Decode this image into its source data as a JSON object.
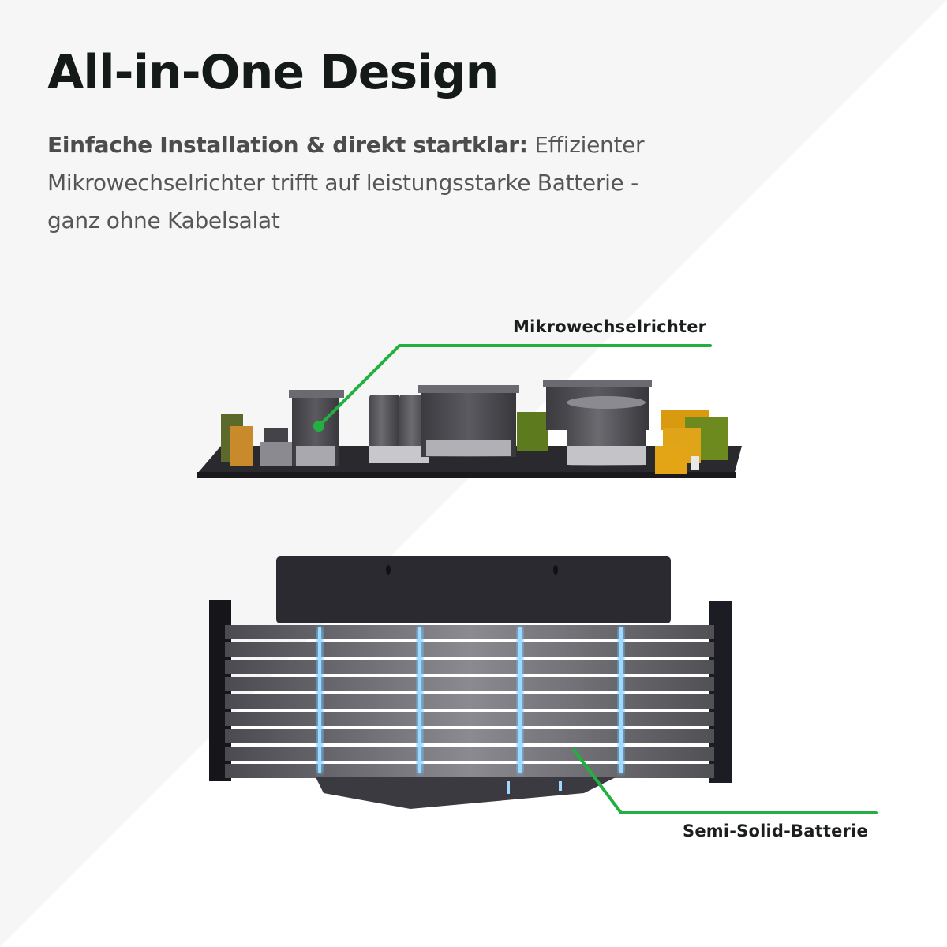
{
  "colors": {
    "background_light": "#f6f6f6",
    "background_white": "#ffffff",
    "accent_green": "#22b040",
    "headline": "#131a17",
    "body_text": "#565656",
    "glow_blue": "#6ec8ff"
  },
  "header": {
    "title": "All-in-One Design",
    "subtitle_bold": "Einfache Installation & direkt startklar:",
    "subtitle_rest": " Effizienter Mikrowechselrichter trifft auf leistungsstarke Batterie - ganz ohne Kabelsalat"
  },
  "callouts": [
    {
      "label": "Mikrowechselrichter",
      "target": "inverter-board"
    },
    {
      "label": "Semi-Solid-Batterie",
      "target": "battery-stack"
    }
  ],
  "images": {
    "inverter": "micro-inverter-circuit-board",
    "battery": "semi-solid-battery-stack"
  }
}
